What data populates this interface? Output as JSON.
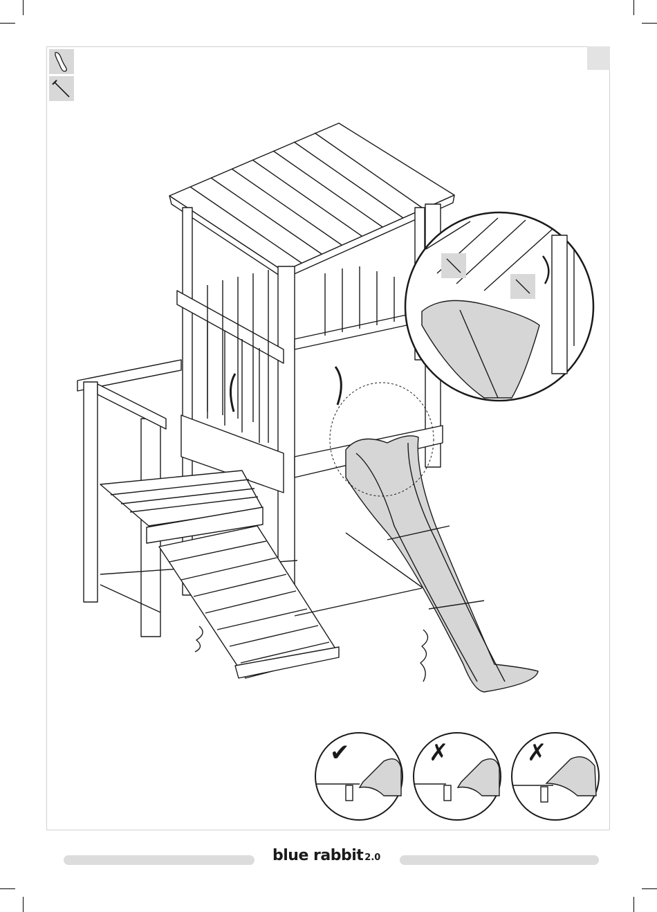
{
  "document": {
    "type": "assembly-instruction-page",
    "brand": {
      "name": "blue rabbit",
      "version": "2.0"
    },
    "parts": [
      {
        "name": "slide-part-icon"
      },
      {
        "name": "screw-part-icon"
      }
    ],
    "illustration": "playhouse-tower-with-slide",
    "detail_checks": [
      {
        "mark": "✔",
        "meaning": "correct"
      },
      {
        "mark": "✗",
        "meaning": "incorrect"
      },
      {
        "mark": "✗",
        "meaning": "incorrect"
      }
    ],
    "colors": {
      "line": "#1a1a1a",
      "slide_fill": "#d6d6d6",
      "panel": "#dcdcdc"
    }
  }
}
